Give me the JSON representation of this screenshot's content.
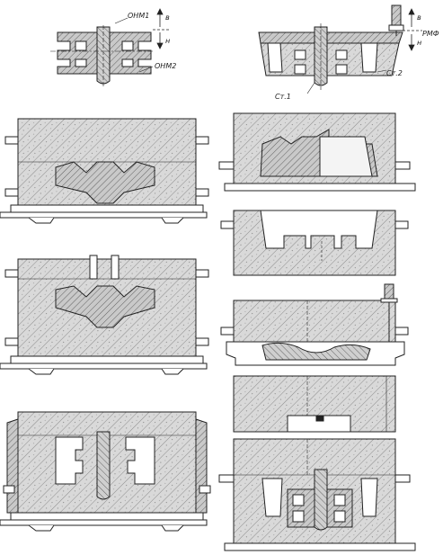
{
  "labels": {
    "onm1": "ОНМ1",
    "onm2": "ОНМ2",
    "rmf": "РМФ",
    "st1": "Ст.1",
    "st2": "Ст.2",
    "up": "в",
    "down": "н"
  },
  "colors": {
    "line": "#222222",
    "hatch": "#6a6a6a",
    "sand": "#d9d9d9",
    "sand_dark": "#c4c4c4",
    "paper": "#ffffff"
  },
  "icons": [
    "up-arrow-icon",
    "down-arrow-icon",
    "rammer-icon",
    "dowel-pin-icon"
  ]
}
